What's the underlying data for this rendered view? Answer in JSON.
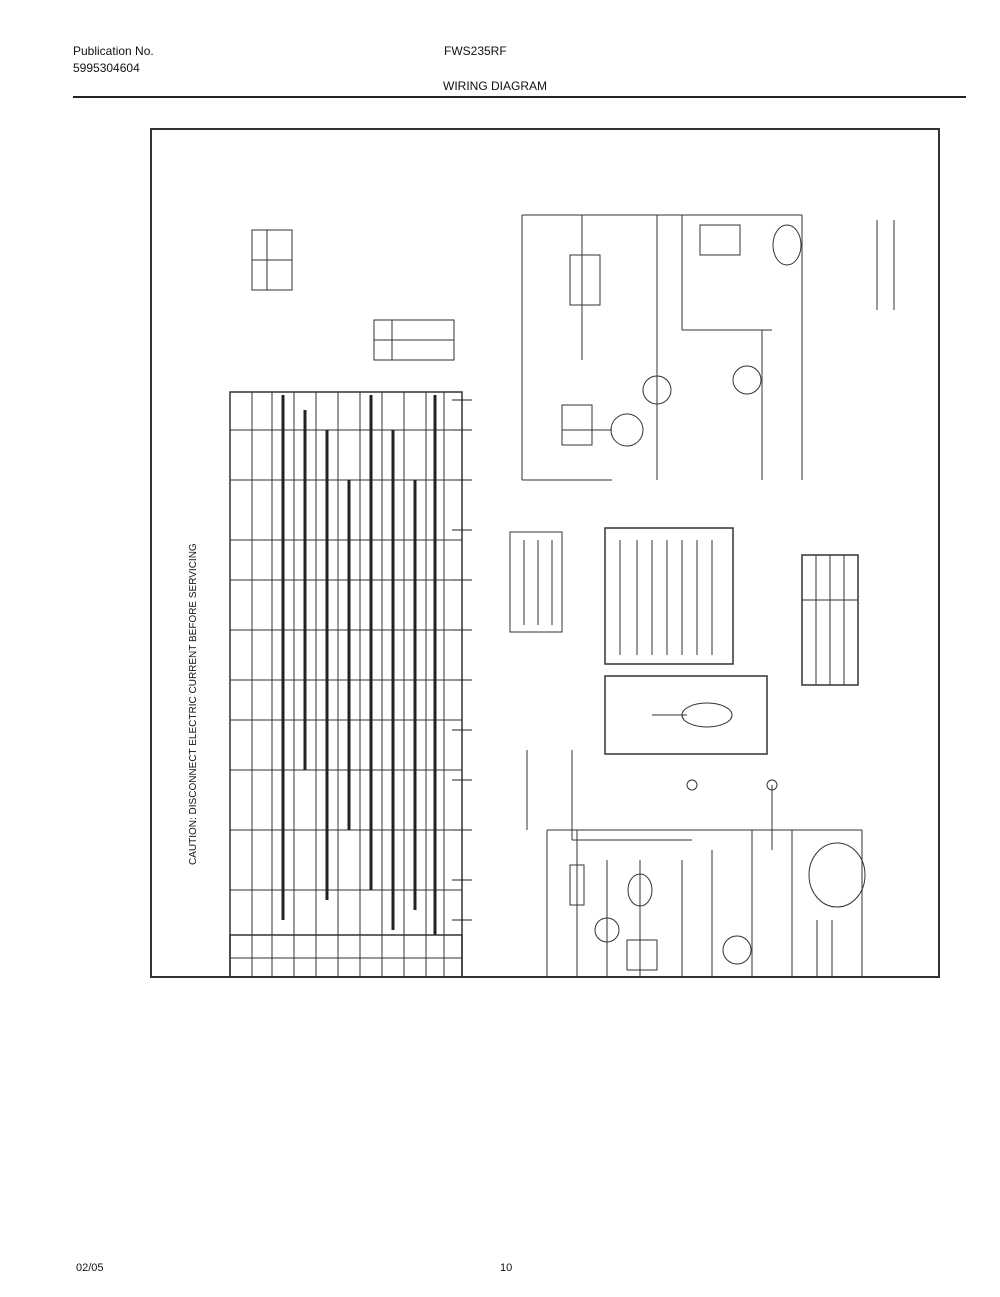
{
  "header": {
    "publication_label": "Publication No.",
    "publication_number": "5995304604",
    "model": "FWS235RF",
    "section_title": "WIRING DIAGRAM"
  },
  "diagram": {
    "caution_text": "CAUTION: DISCONNECT ELECTRIC CURRENT BEFORE SERVICING"
  },
  "footer": {
    "date": "02/05",
    "page": "10"
  }
}
